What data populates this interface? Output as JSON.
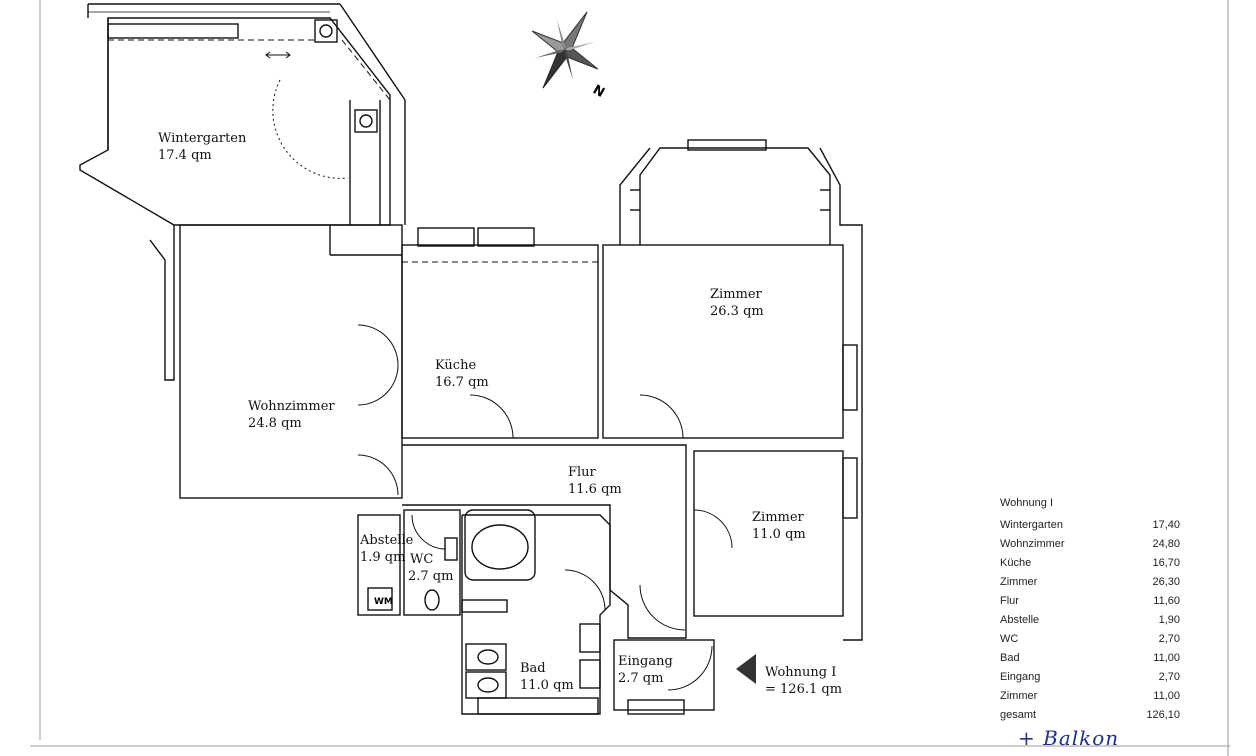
{
  "rooms": [
    {
      "id": "wintergarten",
      "name": "Wintergarten",
      "area": "17.4 qm"
    },
    {
      "id": "wohnzimmer",
      "name": "Wohnzimmer",
      "area": "24.8 qm"
    },
    {
      "id": "kueche",
      "name": "Küche",
      "area": "16.7 qm"
    },
    {
      "id": "zimmer1",
      "name": "Zimmer",
      "area": "26.3 qm"
    },
    {
      "id": "flur",
      "name": "Flur",
      "area": "11.6 qm"
    },
    {
      "id": "zimmer2",
      "name": "Zimmer",
      "area": "11.0 qm"
    },
    {
      "id": "abstelle",
      "name": "Abstelle",
      "area": "1.9 qm"
    },
    {
      "id": "wc",
      "name": "WC",
      "area": "2.7 qm"
    },
    {
      "id": "bad",
      "name": "Bad",
      "area": "11.0 qm"
    },
    {
      "id": "eingang",
      "name": "Eingang",
      "area": "2.7 qm"
    }
  ],
  "fixtures": {
    "wm": "WM"
  },
  "compass": {
    "north_letter": "N",
    "icon": "compass-rose-icon"
  },
  "entrance": {
    "label": "Wohnung I",
    "total": "= 126.1 qm",
    "icon": "entrance-arrow-icon"
  },
  "legend": {
    "title": "Wohnung I",
    "rows": [
      {
        "name": "Wintergarten",
        "value": "17,40"
      },
      {
        "name": "Wohnzimmer",
        "value": "24,80"
      },
      {
        "name": "Küche",
        "value": "16,70"
      },
      {
        "name": "Zimmer",
        "value": "26,30"
      },
      {
        "name": "Flur",
        "value": "11,60"
      },
      {
        "name": "Abstelle",
        "value": "1,90"
      },
      {
        "name": "WC",
        "value": "2,70"
      },
      {
        "name": "Bad",
        "value": "11,00"
      },
      {
        "name": "Eingang",
        "value": "2,70"
      },
      {
        "name": "Zimmer",
        "value": "11,00"
      },
      {
        "name": "gesamt",
        "value": "126,10"
      }
    ]
  },
  "handwritten_note": "+ Balkon",
  "colors": {
    "wall": "#111111",
    "ink": "#1f2f8a",
    "paper": "#ffffff"
  }
}
